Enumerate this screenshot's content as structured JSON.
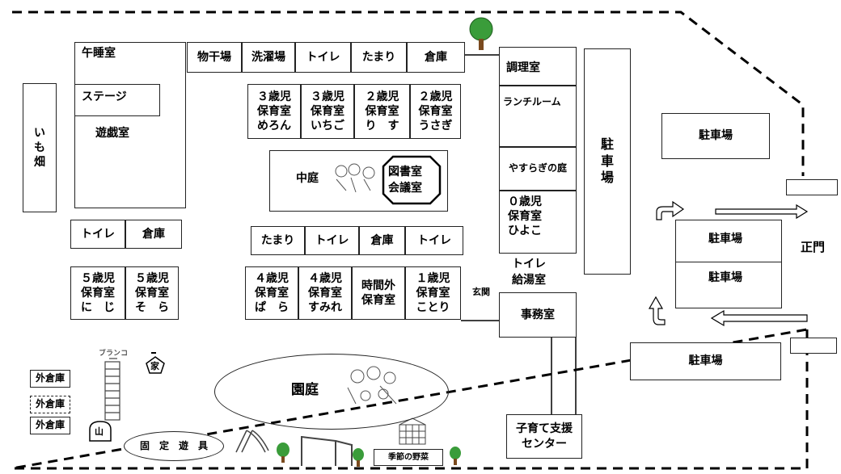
{
  "rooms": {
    "hirune": "午睡室",
    "stage": "ステージ",
    "yugi": "遊戯室",
    "imo": "い\nも\n畑",
    "monohoshi": "物干場",
    "sentaku": "洗濯場",
    "toilet": "トイレ",
    "tamari": "たまり",
    "souko": "倉庫",
    "three_meron": "３歳児\n保育室\nめろん",
    "three_ichigo": "３歳児\n保育室\nいちご",
    "two_risu": "２歳児\n保育室\nり　す",
    "two_usagi": "２歳児\n保育室\nうさぎ",
    "chori": "調理室",
    "lunch": "ランチルーム",
    "yasuragi": "やすらぎの庭",
    "zero_hiyoko": "０歳児\n保育室\nひよこ",
    "chuutei": "中庭",
    "toshokan": "図書室\n会議室",
    "five_niji": "５歳児\n保育室\nに　じ",
    "five_sora": "５歳児\n保育室\nそ　ら",
    "four_bara": "４歳児\n保育室\nぱ　ら",
    "four_sumire": "４歳児\n保育室\nすみれ",
    "jikangai": "時間外\n保育室",
    "one_kotori": "１歳児\n保育室\nことり",
    "toilet_kyutou": "トイレ\n給湯室",
    "genkan": "玄関",
    "jimu": "事務室",
    "kosodate": "子育て支援\nセンター",
    "entei": "園庭",
    "kotei_yugu": "固　定　遊　具",
    "soto_souko": "外倉庫",
    "yama": "山",
    "ie": "家",
    "buranko": "ブランコ",
    "kisetsu": "季節の野菜"
  },
  "parking": {
    "vertical": "駐\n車\n場",
    "label": "駐車場",
    "gate": "正門"
  }
}
